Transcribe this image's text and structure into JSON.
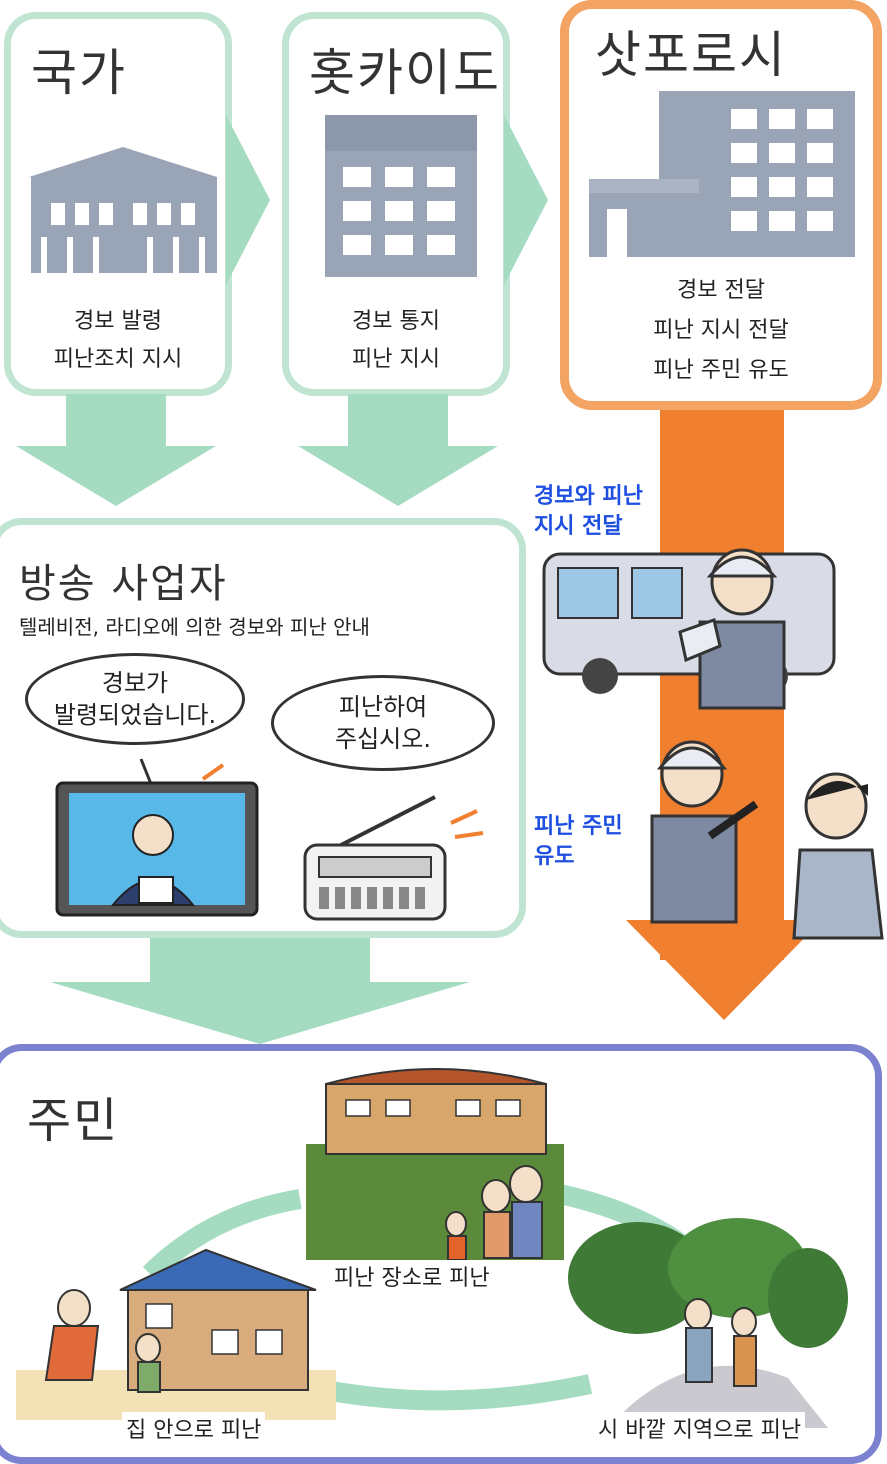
{
  "colors": {
    "green_light": "#bfe5d2",
    "green_arrow": "#a5dcc1",
    "orange": "#f07f2f",
    "orange_border": "#f3a463",
    "purple_border": "#7c82cf",
    "building_gray": "#9aa4b7",
    "text_blue": "#1e4fe0"
  },
  "national": {
    "title": "국가",
    "lines": [
      "경보 발령",
      "피난조치 지시"
    ]
  },
  "hokkaido": {
    "title": "홋카이도",
    "lines": [
      "경보 통지",
      "피난 지시"
    ]
  },
  "sapporo": {
    "title": "삿포로시",
    "lines": [
      "경보 전달",
      "피난 지시 전달",
      "피난 주민 유도"
    ]
  },
  "broadcaster": {
    "title": "방송 사업자",
    "subtitle": "텔레비전, 라디오에 의한 경보와 피난 안내",
    "bubble_tv": [
      "경보가",
      "발령되었습니다."
    ],
    "bubble_radio": [
      "피난하여",
      "주십시오."
    ]
  },
  "side_labels": {
    "transmit": [
      "경보와 피난",
      "지시 전달"
    ],
    "guide": [
      "피난 주민",
      "유도"
    ]
  },
  "residents": {
    "title": "주민",
    "evac_shelter": "피난 장소로 피난",
    "evac_home": "집 안으로 피난",
    "evac_outside": "시 바깥 지역으로 피난"
  },
  "icons": [
    "government-building-icon",
    "prefectural-building-icon",
    "city-hall-icon",
    "bus-icon",
    "officer-icon",
    "tv-icon",
    "radio-icon",
    "school-icon",
    "house-icon",
    "forest-icon",
    "resident-icon"
  ]
}
